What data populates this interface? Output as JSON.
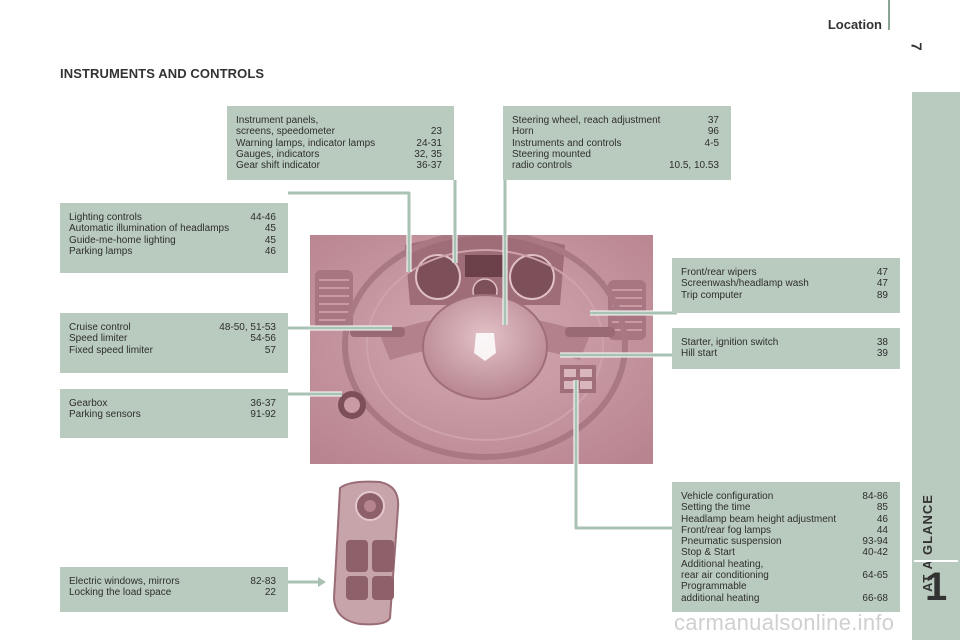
{
  "header": {
    "title": "Location",
    "page_number": "7"
  },
  "section_title": "INSTRUMENTS AND CONTROLS",
  "sidebar": {
    "label": "AT A GLANCE",
    "chapter": "1"
  },
  "boxes": {
    "instrument_panels": [
      [
        "Instrument panels,",
        ""
      ],
      [
        "screens, speedometer",
        "23"
      ],
      [
        "Warning lamps, indicator lamps",
        "24-31"
      ],
      [
        "Gauges, indicators",
        "32, 35"
      ],
      [
        "Gear shift indicator",
        "36-37"
      ]
    ],
    "steering_wheel": [
      [
        "Steering wheel, reach adjustment",
        "37"
      ],
      [
        "Horn",
        "96"
      ],
      [
        "Instruments and controls",
        "4-5"
      ],
      [
        "Steering mounted",
        ""
      ],
      [
        "radio controls",
        "10.5, 10.53"
      ]
    ],
    "lighting": [
      [
        "Lighting controls",
        "44-46"
      ],
      [
        "Automatic illumination of headlamps",
        "45"
      ],
      [
        "Guide-me-home lighting",
        "45"
      ],
      [
        "Parking lamps",
        "46"
      ]
    ],
    "wipers": [
      [
        "Front/rear wipers",
        "47"
      ],
      [
        "Screenwash/headlamp wash",
        "47"
      ],
      [
        "Trip computer",
        "89"
      ]
    ],
    "cruise": [
      [
        "Cruise control",
        "48-50, 51-53"
      ],
      [
        "Speed limiter",
        "54-56"
      ],
      [
        "Fixed speed limiter",
        "57"
      ]
    ],
    "starter": [
      [
        "Starter, ignition switch",
        "38"
      ],
      [
        "Hill start",
        "39"
      ]
    ],
    "gearbox": [
      [
        "Gearbox",
        "36-37"
      ],
      [
        "Parking sensors",
        "91-92"
      ]
    ],
    "vehicle_config": [
      [
        "Vehicle configuration",
        "84-86"
      ],
      [
        "Setting the time",
        "85"
      ],
      [
        "Headlamp beam height adjustment",
        "46"
      ],
      [
        "Front/rear fog lamps",
        "44"
      ],
      [
        "Pneumatic suspension",
        "93-94"
      ],
      [
        "Stop & Start",
        "40-42"
      ],
      [
        "Additional heating,",
        ""
      ],
      [
        "rear air conditioning",
        "64-65"
      ],
      [
        "Programmable",
        ""
      ],
      [
        "additional heating",
        "66-68"
      ]
    ],
    "windows": [
      [
        "Electric windows, mirrors",
        "82-83"
      ],
      [
        "Locking the load space",
        "22"
      ]
    ]
  },
  "watermark": "carmanualsonline.info",
  "colors": {
    "box": "#b9cbbf",
    "leader": "#a8c2b3",
    "dashboard": "#c79aa3"
  }
}
